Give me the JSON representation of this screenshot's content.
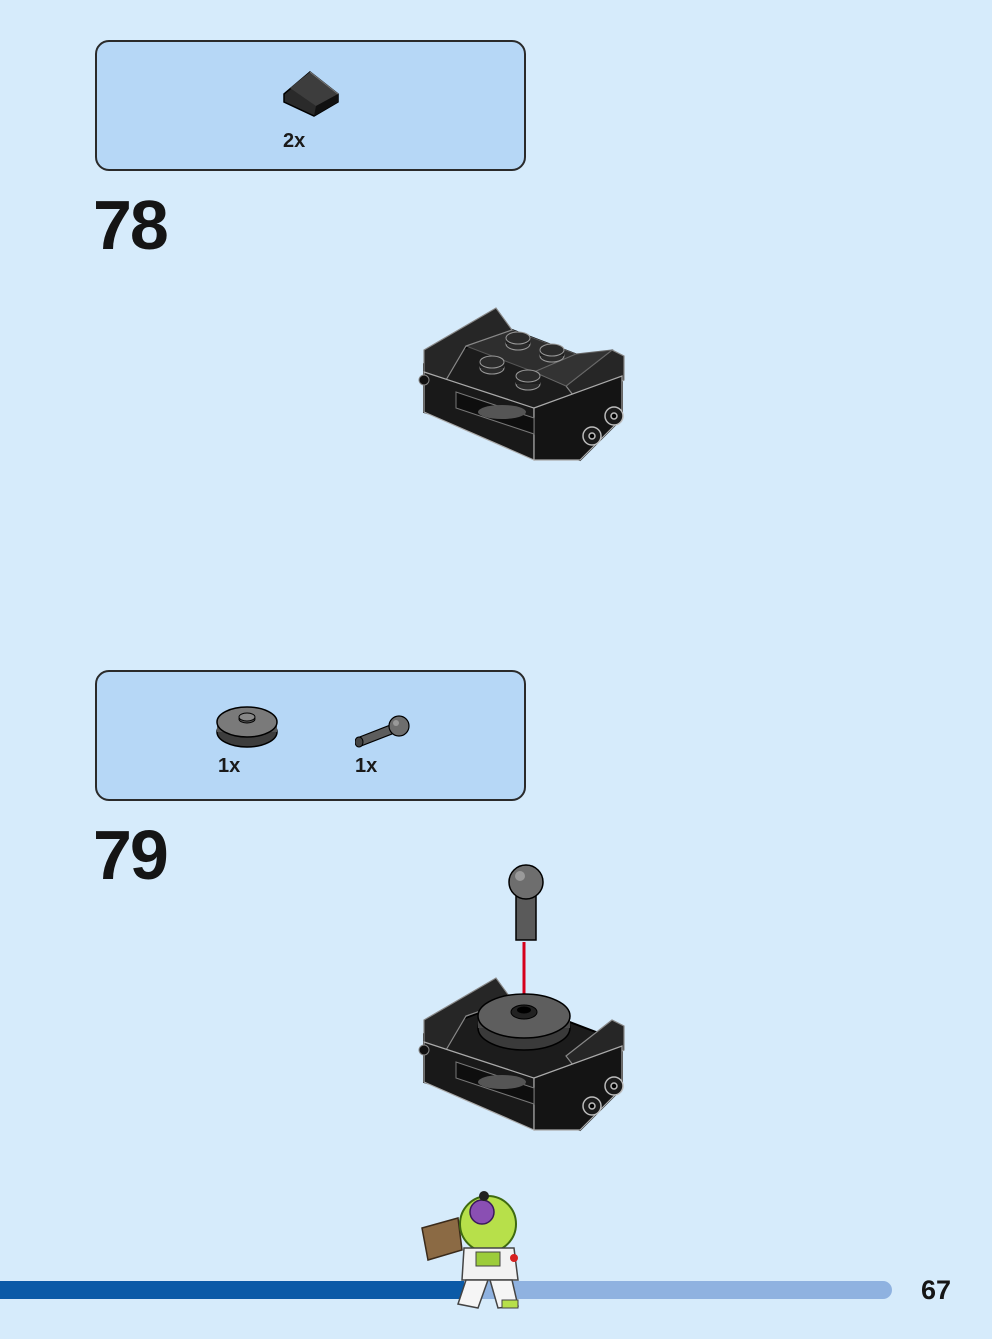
{
  "steps": [
    {
      "number": "78",
      "parts": [
        {
          "icon": "black-slope-tile-icon",
          "quantity": "2x"
        }
      ]
    },
    {
      "number": "79",
      "parts": [
        {
          "icon": "round-plate-icon",
          "quantity": "1x"
        },
        {
          "icon": "ball-joint-pin-icon",
          "quantity": "1x"
        }
      ]
    }
  ],
  "footer": {
    "page_number": "67",
    "progress": 0.52,
    "mascot": "buzz-lightyear-minifig-icon"
  },
  "colors": {
    "background": "#d6ebfb",
    "parts_box": "#b6d7f6",
    "brick_black": "#1c1c1c",
    "brick_grey": "#6b6b6b",
    "arrow_red": "#d6001c",
    "progress_fill": "#0b5aa7",
    "progress_track": "#8fb2e0"
  }
}
